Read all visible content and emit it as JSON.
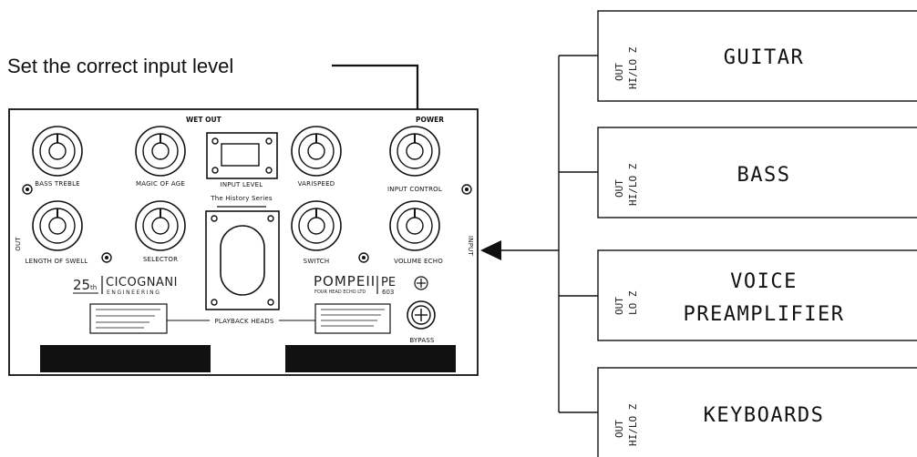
{
  "callout": {
    "text": "Set the correct input level"
  },
  "panel": {
    "top_labels": {
      "wet_out": "WET OUT",
      "power": "POWER"
    },
    "side_labels": {
      "left": "OUT",
      "right": "INPUT"
    },
    "knobs": [
      {
        "id": "bass-treble",
        "label": "BASS TREBLE"
      },
      {
        "id": "magic-of-age",
        "label": "MAGIC OF AGE"
      },
      {
        "id": "varispeed",
        "label": "VARISPEED"
      },
      {
        "id": "input-control",
        "label": "INPUT CONTROL"
      },
      {
        "id": "length-of-swell",
        "label": "LENGTH OF SWELL"
      },
      {
        "id": "selector",
        "label": "SELECTOR"
      },
      {
        "id": "switch",
        "label": "SWITCH"
      },
      {
        "id": "volume-echo",
        "label": "VOLUME ECHO"
      }
    ],
    "meter_label": "INPUT LEVEL",
    "series": "The History Series",
    "playback_heads": "PLAYBACK HEADS",
    "bypass": "BYPASS",
    "brand_left": {
      "badge": "25",
      "badge_sup": "th",
      "name": "CICOGNANI",
      "sub": "ENGINEERING"
    },
    "brand_right": {
      "name": "POMPEII",
      "sub": "FOUR HEAD ECHO LTD",
      "model": "PE",
      "model_num": "603"
    }
  },
  "sources": [
    {
      "name": "GUITAR",
      "out": "OUT",
      "z": "HI/LO Z"
    },
    {
      "name": "BASS",
      "out": "OUT",
      "z": "HI/LO Z"
    },
    {
      "name_lines": [
        "VOICE",
        "PREAMPLIFIER"
      ],
      "out": "OUT",
      "z": "LO Z"
    },
    {
      "name": "KEYBOARDS",
      "out": "OUT",
      "z": "HI/LO Z"
    }
  ]
}
